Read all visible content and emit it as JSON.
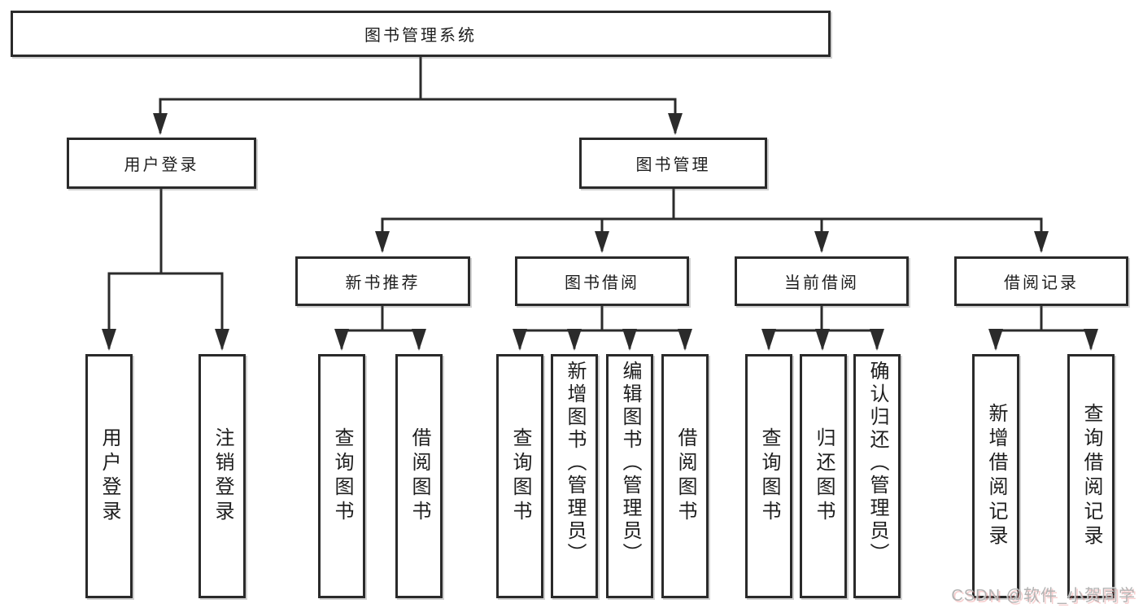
{
  "diagram": {
    "root": {
      "label": "图书管理系统"
    },
    "level2": [
      {
        "label": "用户登录"
      },
      {
        "label": "图书管理"
      }
    ],
    "level3": [
      {
        "label": "新书推荐"
      },
      {
        "label": "图书借阅"
      },
      {
        "label": "当前借阅"
      },
      {
        "label": "借阅记录"
      }
    ],
    "leaves": {
      "user_login": [
        {
          "label": "用户登录"
        },
        {
          "label": "注销登录"
        }
      ],
      "new_book_recommend": [
        {
          "label": "查询图书"
        },
        {
          "label": "借阅图书"
        }
      ],
      "book_borrow": [
        {
          "label": "查询图书"
        },
        {
          "label": "新增图书（管理员）"
        },
        {
          "label": "编辑图书（管理员）"
        },
        {
          "label": "借阅图书"
        }
      ],
      "current_borrow": [
        {
          "label": "查询图书"
        },
        {
          "label": "归还图书"
        },
        {
          "label": "确认归还（管理员）"
        }
      ],
      "borrow_record": [
        {
          "label": "新增借阅记录"
        },
        {
          "label": "查询借阅记录"
        }
      ]
    }
  },
  "watermark": {
    "text": "CSDN @软件_小贺同学"
  },
  "colors": {
    "line": "#2b2b2b",
    "box_border": "#2a2a2a",
    "box_bg": "#ffffff",
    "text": "#1e1e1e",
    "watermark": "#b3b3b3"
  }
}
